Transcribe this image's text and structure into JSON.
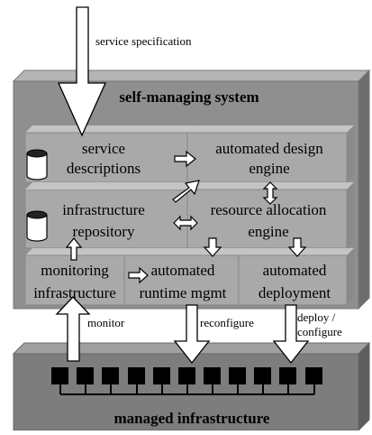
{
  "arrows": {
    "service_specification": "service specification",
    "monitor": "monitor",
    "reconfigure": "reconfigure",
    "deploy_line1": "deploy /",
    "deploy_line2": "configure"
  },
  "system": {
    "title": "self-managing system"
  },
  "components": {
    "service_descriptions": {
      "line1": "service",
      "line2": "descriptions"
    },
    "design_engine": {
      "line1": "automated design",
      "line2": "engine"
    },
    "infra_repository": {
      "line1": "infrastructure",
      "line2": "repository"
    },
    "resource_engine": {
      "line1": "resource allocation",
      "line2": "engine"
    },
    "monitoring": {
      "line1": "monitoring",
      "line2": "infrastructure"
    },
    "runtime": {
      "line1": "automated",
      "line2": "runtime mgmt"
    },
    "deployment": {
      "line1": "automated",
      "line2": "deployment"
    }
  },
  "infrastructure": {
    "title": "managed infrastructure"
  },
  "icons": [
    "database-cylinder-icon",
    "database-cylinder-icon"
  ],
  "colors": {
    "system_box": "#8f8f8f",
    "panel": "#a8a8a8",
    "infra_box": "#7d7d7d",
    "node": "#000000",
    "arrow_fill": "#ffffff"
  }
}
